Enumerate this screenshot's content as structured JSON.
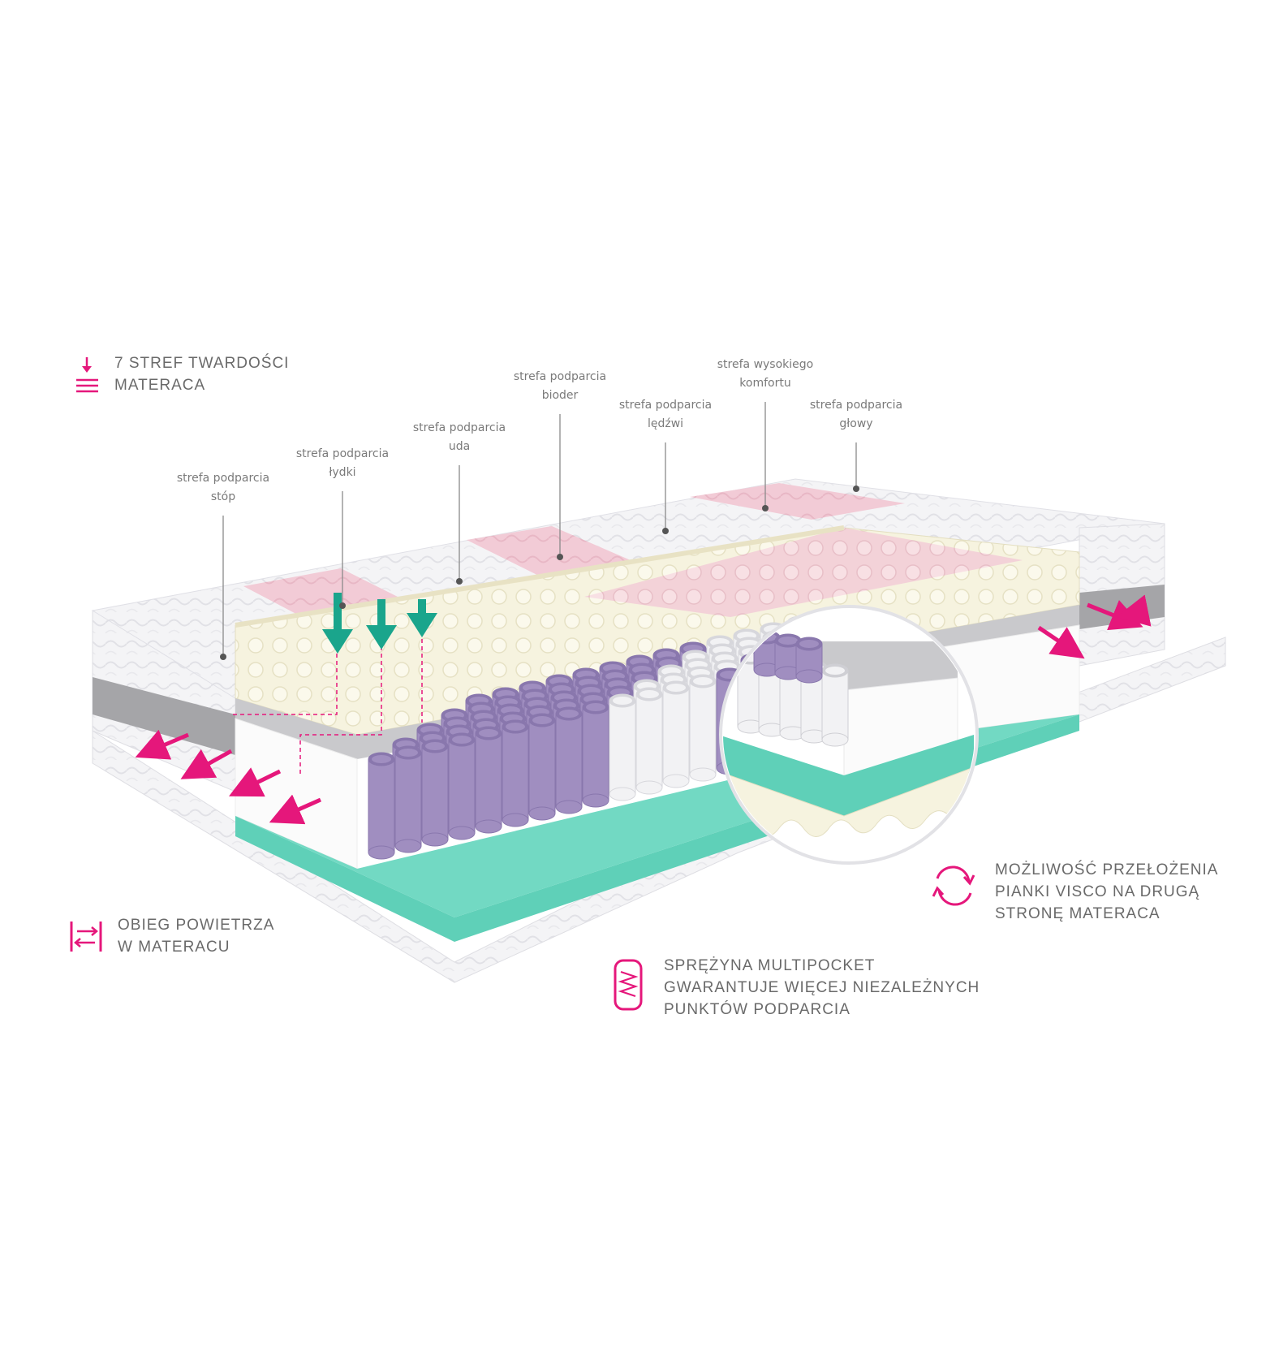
{
  "colors": {
    "accent": "#e5177b",
    "cover_white": "#f4f4f6",
    "cover_grey": "#a5a5a8",
    "pink_zone": "#f2cbd6",
    "visco_cream": "#f6f3df",
    "grey_foam": "#c9c9cc",
    "purple_spring": "#a08ec0",
    "white_spring": "#f2f2f4",
    "teal_base": "#5fd0b8",
    "annotation_line": "#8a8a8a",
    "label_text": "#7a7a7a",
    "feature_text": "#6a6a6a"
  },
  "zones": [
    {
      "id": "stop",
      "lines": [
        "strefa podparcia",
        "stóp"
      ]
    },
    {
      "id": "lydki",
      "lines": [
        "strefa podparcia",
        "łydki"
      ]
    },
    {
      "id": "uda",
      "lines": [
        "strefa podparcia",
        "uda"
      ]
    },
    {
      "id": "bioder",
      "lines": [
        "strefa podparcia",
        "bioder"
      ]
    },
    {
      "id": "ledzwi",
      "lines": [
        "strefa podparcia",
        "lędźwi"
      ]
    },
    {
      "id": "komfort",
      "lines": [
        "strefa wysokiego",
        "komfortu"
      ]
    },
    {
      "id": "glowy",
      "lines": [
        "strefa podparcia",
        "głowy"
      ]
    }
  ],
  "features": {
    "zones_hardness": {
      "lines": [
        "7 STREF TWARDOŚCI",
        "MATERACA"
      ],
      "icon": "firmness-zones-icon"
    },
    "airflow": {
      "lines": [
        "OBIEG POWIETRZA",
        "W MATERACU"
      ],
      "icon": "airflow-icon"
    },
    "spring": {
      "lines": [
        "SPRĘŻYNA MULTIPOCKET",
        "GWARANTUJE WIĘCEJ NIEZALEŻNYCH",
        "PUNKTÓW PODPARCIA"
      ],
      "icon": "spring-icon"
    },
    "reversible": {
      "lines": [
        "MOŻLIWOŚĆ PRZEŁOŻENIA",
        "PIANKI VISCO NA DRUGĄ",
        "STRONĘ MATERACA"
      ],
      "icon": "flip-icon"
    }
  }
}
